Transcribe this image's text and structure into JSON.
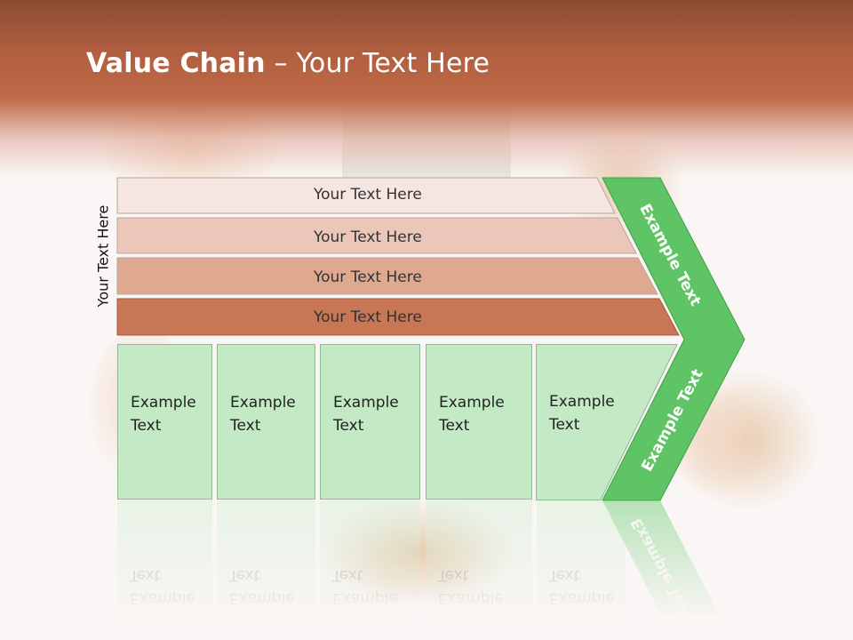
{
  "title": {
    "bold": "Value Chain",
    "rest": " – Your Text Here"
  },
  "side_label": "Your Text Here",
  "rows": [
    {
      "label": "Your Text Here",
      "color": "#f5e6e2"
    },
    {
      "label": "Your Text Here",
      "color": "#ebc7b9"
    },
    {
      "label": "Your Text Here",
      "color": "#dfa990"
    },
    {
      "label": "Your Text Here",
      "color": "#c77656"
    }
  ],
  "boxes": [
    {
      "line1": "Example",
      "line2": "Text"
    },
    {
      "line1": "Example",
      "line2": "Text"
    },
    {
      "line1": "Example",
      "line2": "Text"
    },
    {
      "line1": "Example",
      "line2": "Text"
    },
    {
      "line1": "Example",
      "line2": "Text"
    }
  ],
  "arrow_labels": {
    "upper": "Example Text",
    "lower": "Example Text"
  },
  "colors": {
    "header": "#b8603f",
    "green_arrow": "#5ec465",
    "box_fill": "#c3e9c5"
  }
}
